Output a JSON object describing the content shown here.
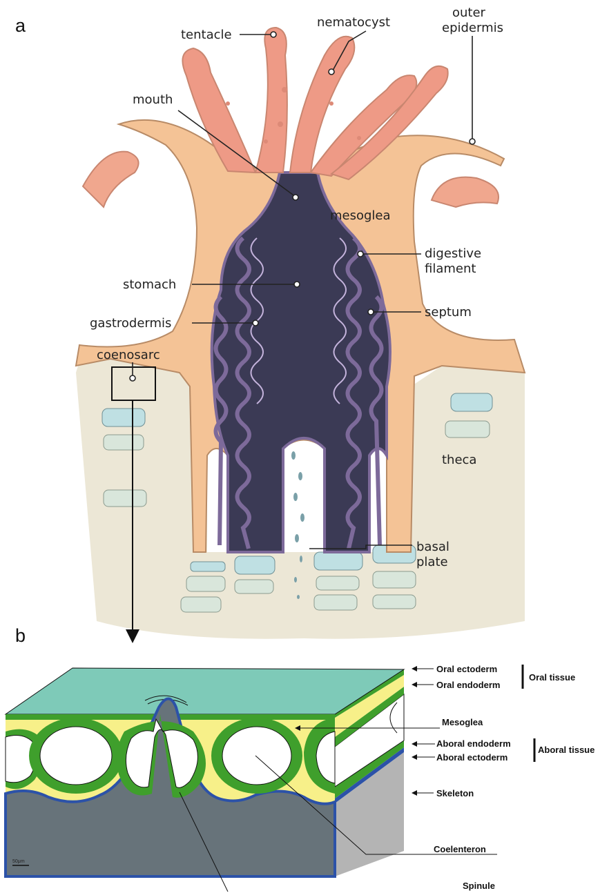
{
  "panel_a": {
    "letter": "a",
    "labels": {
      "tentacle": "tentacle",
      "nematocyst": "nematocyst",
      "outer_epidermis_1": "outer",
      "outer_epidermis_2": "epidermis",
      "mouth": "mouth",
      "mesoglea": "mesoglea",
      "digestive_filament_1": "digestive",
      "digestive_filament_2": "filament",
      "stomach": "stomach",
      "septum": "septum",
      "gastrodermis": "gastrodermis",
      "coenosarc": "coenosarc",
      "theca": "theca",
      "basal_plate_1": "basal",
      "basal_plate_2": "plate"
    }
  },
  "panel_b": {
    "letter": "b",
    "labels": {
      "oral_ectoderm": "Oral ectoderm",
      "oral_endoderm": "Oral endoderm",
      "oral_tissue": "Oral tissue",
      "mesoglea": "Mesoglea",
      "aboral_endoderm": "Aboral endoderm",
      "aboral_ectoderm": "Aboral ectoderm",
      "aboral_tissue": "Aboral tissue",
      "skeleton": "Skeleton",
      "coelenteron": "Coelenteron",
      "spinule": "Spinule",
      "scale_bar": "50μm"
    }
  },
  "colors": {
    "polyp_tissue": "#f4c396",
    "tentacle": "#ee9a86",
    "gut": "#3b3a55",
    "gastrodermis": "#7d6a9a",
    "skeleton_tan": "#ece7d6",
    "oral_ectoderm": "#7ecab8",
    "endoderm_green": "#3f9f2c",
    "mesoglea_yellow": "#f7f089",
    "skeleton_gray": "#67737a",
    "skeleton_blue": "#2c52a8"
  }
}
